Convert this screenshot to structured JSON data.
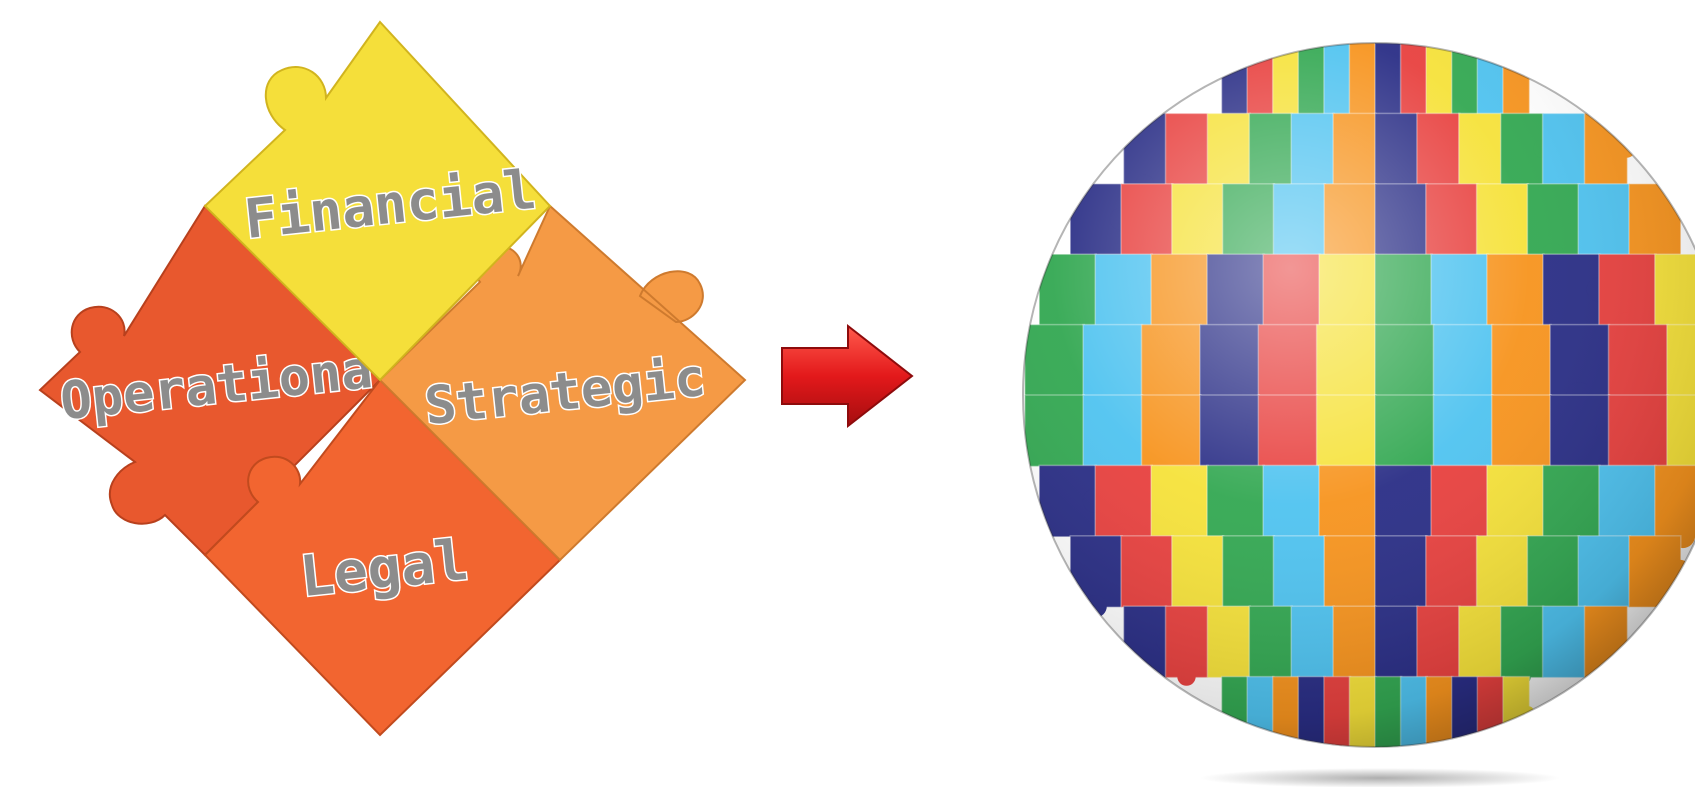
{
  "puzzle_pieces": [
    {
      "id": "financial",
      "label": "Financial",
      "color": "#F5DF3A"
    },
    {
      "id": "strategic",
      "label": "Strategic",
      "color": "#F59A45"
    },
    {
      "id": "operational",
      "label": "Operational",
      "color": "#E8582E"
    },
    {
      "id": "legal",
      "label": "Legal",
      "color": "#F26530"
    }
  ],
  "label_style": {
    "fill": "#8C8C8C",
    "stroke": "#FFFFFF"
  },
  "arrow": {
    "icon": "right-arrow-icon",
    "color": "#E3191B"
  },
  "sphere": {
    "icon": "puzzle-globe",
    "colors": [
      "#2A2E86",
      "#E8413F",
      "#F6E23A",
      "#33A852",
      "#4FC3F0",
      "#F7941E"
    ]
  }
}
